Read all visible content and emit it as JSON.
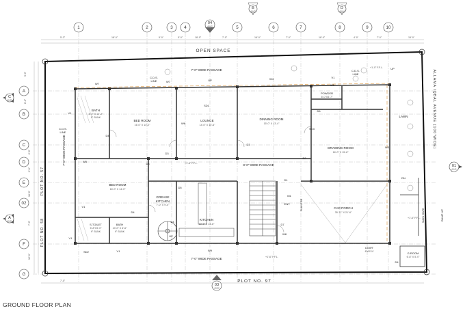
{
  "title": "GROUND FLOOR PLAN",
  "grid": {
    "columns": [
      "1",
      "2",
      "3",
      "4",
      "04",
      "5",
      "6",
      "7",
      "8",
      "9",
      "10"
    ],
    "rows": [
      "A",
      "B",
      "C",
      "D",
      "E",
      "02",
      "F",
      "G"
    ],
    "top_dims": [
      "5'-3\"",
      "18'-0\"",
      "5'-0\"",
      "5'-0\"",
      "18'-0\"",
      "7'-0\"",
      "16'-0\"",
      "7'-0\"",
      "18'-0\"",
      "4'-0\"",
      "7'-0\"",
      "15'-0\""
    ],
    "left_dims": [
      "9'-0\"",
      "8'-0\"",
      "2'-0\"",
      "2'-0\"",
      "16'-0\"",
      "7'-0\"",
      "12'-0\"",
      "7'-0\""
    ]
  },
  "sections": {
    "top_b": {
      "label": "B",
      "ref": "A0-03"
    },
    "top_d": {
      "label": "D",
      "ref": "A0-04"
    },
    "left_c": {
      "label": "C",
      "ref": "A0-03"
    },
    "left_a": {
      "label": "A",
      "ref": "A0-01"
    },
    "right_01": {
      "label": "01",
      "ref": "A0-01"
    },
    "bottom_03": {
      "label": "03",
      "ref": "A0-02"
    },
    "top_04": {
      "label": "04",
      "ref": "A0-02"
    }
  },
  "labels": {
    "open_space": "OPEN SPACE",
    "plot_97": "PLOT NO. 97",
    "plot_57": "PLOT NO. 57",
    "plot_58": "PLOT NO. 58",
    "avenue": "ALLAMA IQBAL AVENUE (100'WIDE)",
    "passage_top": "7'-0\" WIDE PASSAGE",
    "passage_mid": "8'-0\" WIDE PASSAGE",
    "passage_bottom": "7'-0\" WIDE PASSAGE",
    "passage_left": "7'-0\" WIDE PASSAGE",
    "cds_1": "C.D.S.",
    "cds_1b": "LINE",
    "cds_2": "C.D.S.",
    "cds_2b": "LINE",
    "cds_3": "C.D.S.",
    "cds_3b": "LINE",
    "up_top": "UP",
    "up_right": "UP",
    "up_stair": "UP",
    "dn": "DN",
    "ent": "ENT.",
    "planter": "PLANTER",
    "main_gate": "MAIN GATE",
    "ramp_up": "RAMP UP",
    "lawn": "LAWN",
    "ffl_1": "+1'-0\" F.F.L.",
    "ffl_2": "+1'-6\" F.F.L.",
    "ffl_3": "+1'-6\" F.F.L.",
    "ffl_4": "+1'-6\" F.F.L."
  },
  "rooms": {
    "bath1": {
      "name": "BATH",
      "size": "8'-0\" X 14'-2\"",
      "note": "9\" SUNK"
    },
    "bed1": {
      "name": "BED ROOM",
      "size": "16'-0\" X 14'-2\""
    },
    "lounge": {
      "name": "LOUNGE",
      "size": "14'-0\" X 14'-6\""
    },
    "dining": {
      "name": "DINNING ROOM",
      "size": "15'-0\" X 13'-4\""
    },
    "powder": {
      "name": "POWDER",
      "size": "6'-0\"X5'-7\""
    },
    "drawing": {
      "name": "DRAWING ROOM",
      "size": "16'-0\" X 15'-8\""
    },
    "bed2": {
      "name": "BED ROOM",
      "size": "16'-0\" X 14'-0\""
    },
    "grease": {
      "name": "GREASE",
      "name2": "KITCHEN",
      "size": "7'-0\" X 9'-0\""
    },
    "kitchen": {
      "name": "KITCHEN",
      "size": "13'-8\" X 14'-8\""
    },
    "stoilet": {
      "name": "S.TOILET",
      "size": "5'-8\"X9'-0\"",
      "note": "9\" SUNK"
    },
    "bath2": {
      "name": "BATH",
      "size": "10'-0\" X 6'-6\"",
      "note": "9\" SUNK"
    },
    "carporch": {
      "name": "CAR PORCH",
      "size": "35'-11\" X 21'-6\""
    },
    "ugwt": {
      "name": "UGWT",
      "size": "8'X8'X4'"
    },
    "groom": {
      "name": "G.ROOM",
      "size": "6'-8\" X 5'-0\""
    }
  },
  "tags": {
    "w7a": "W7",
    "w7b": "W7",
    "w4": "W4",
    "v1a": "V1",
    "v1b": "V1",
    "v1c": "V1",
    "v1d": "V1",
    "v1e": "V1",
    "sd1": "SD1",
    "d4a": "D4",
    "d4b": "D4",
    "d4c": "D4",
    "d4d": "D4",
    "d3a": "D3",
    "d3b": "D3",
    "d3c": "D3",
    "w1": "W1",
    "w3": "W3",
    "w5": "W5",
    "w6": "W6",
    "w8": "W8",
    "w9": "W9",
    "sd3": "SD3",
    "d2": "D2",
    "d5": "D5",
    "d6": "D6",
    "sd2": "SD2",
    "d7": "D7",
    "m1": "M1",
    "d1": "D1"
  }
}
